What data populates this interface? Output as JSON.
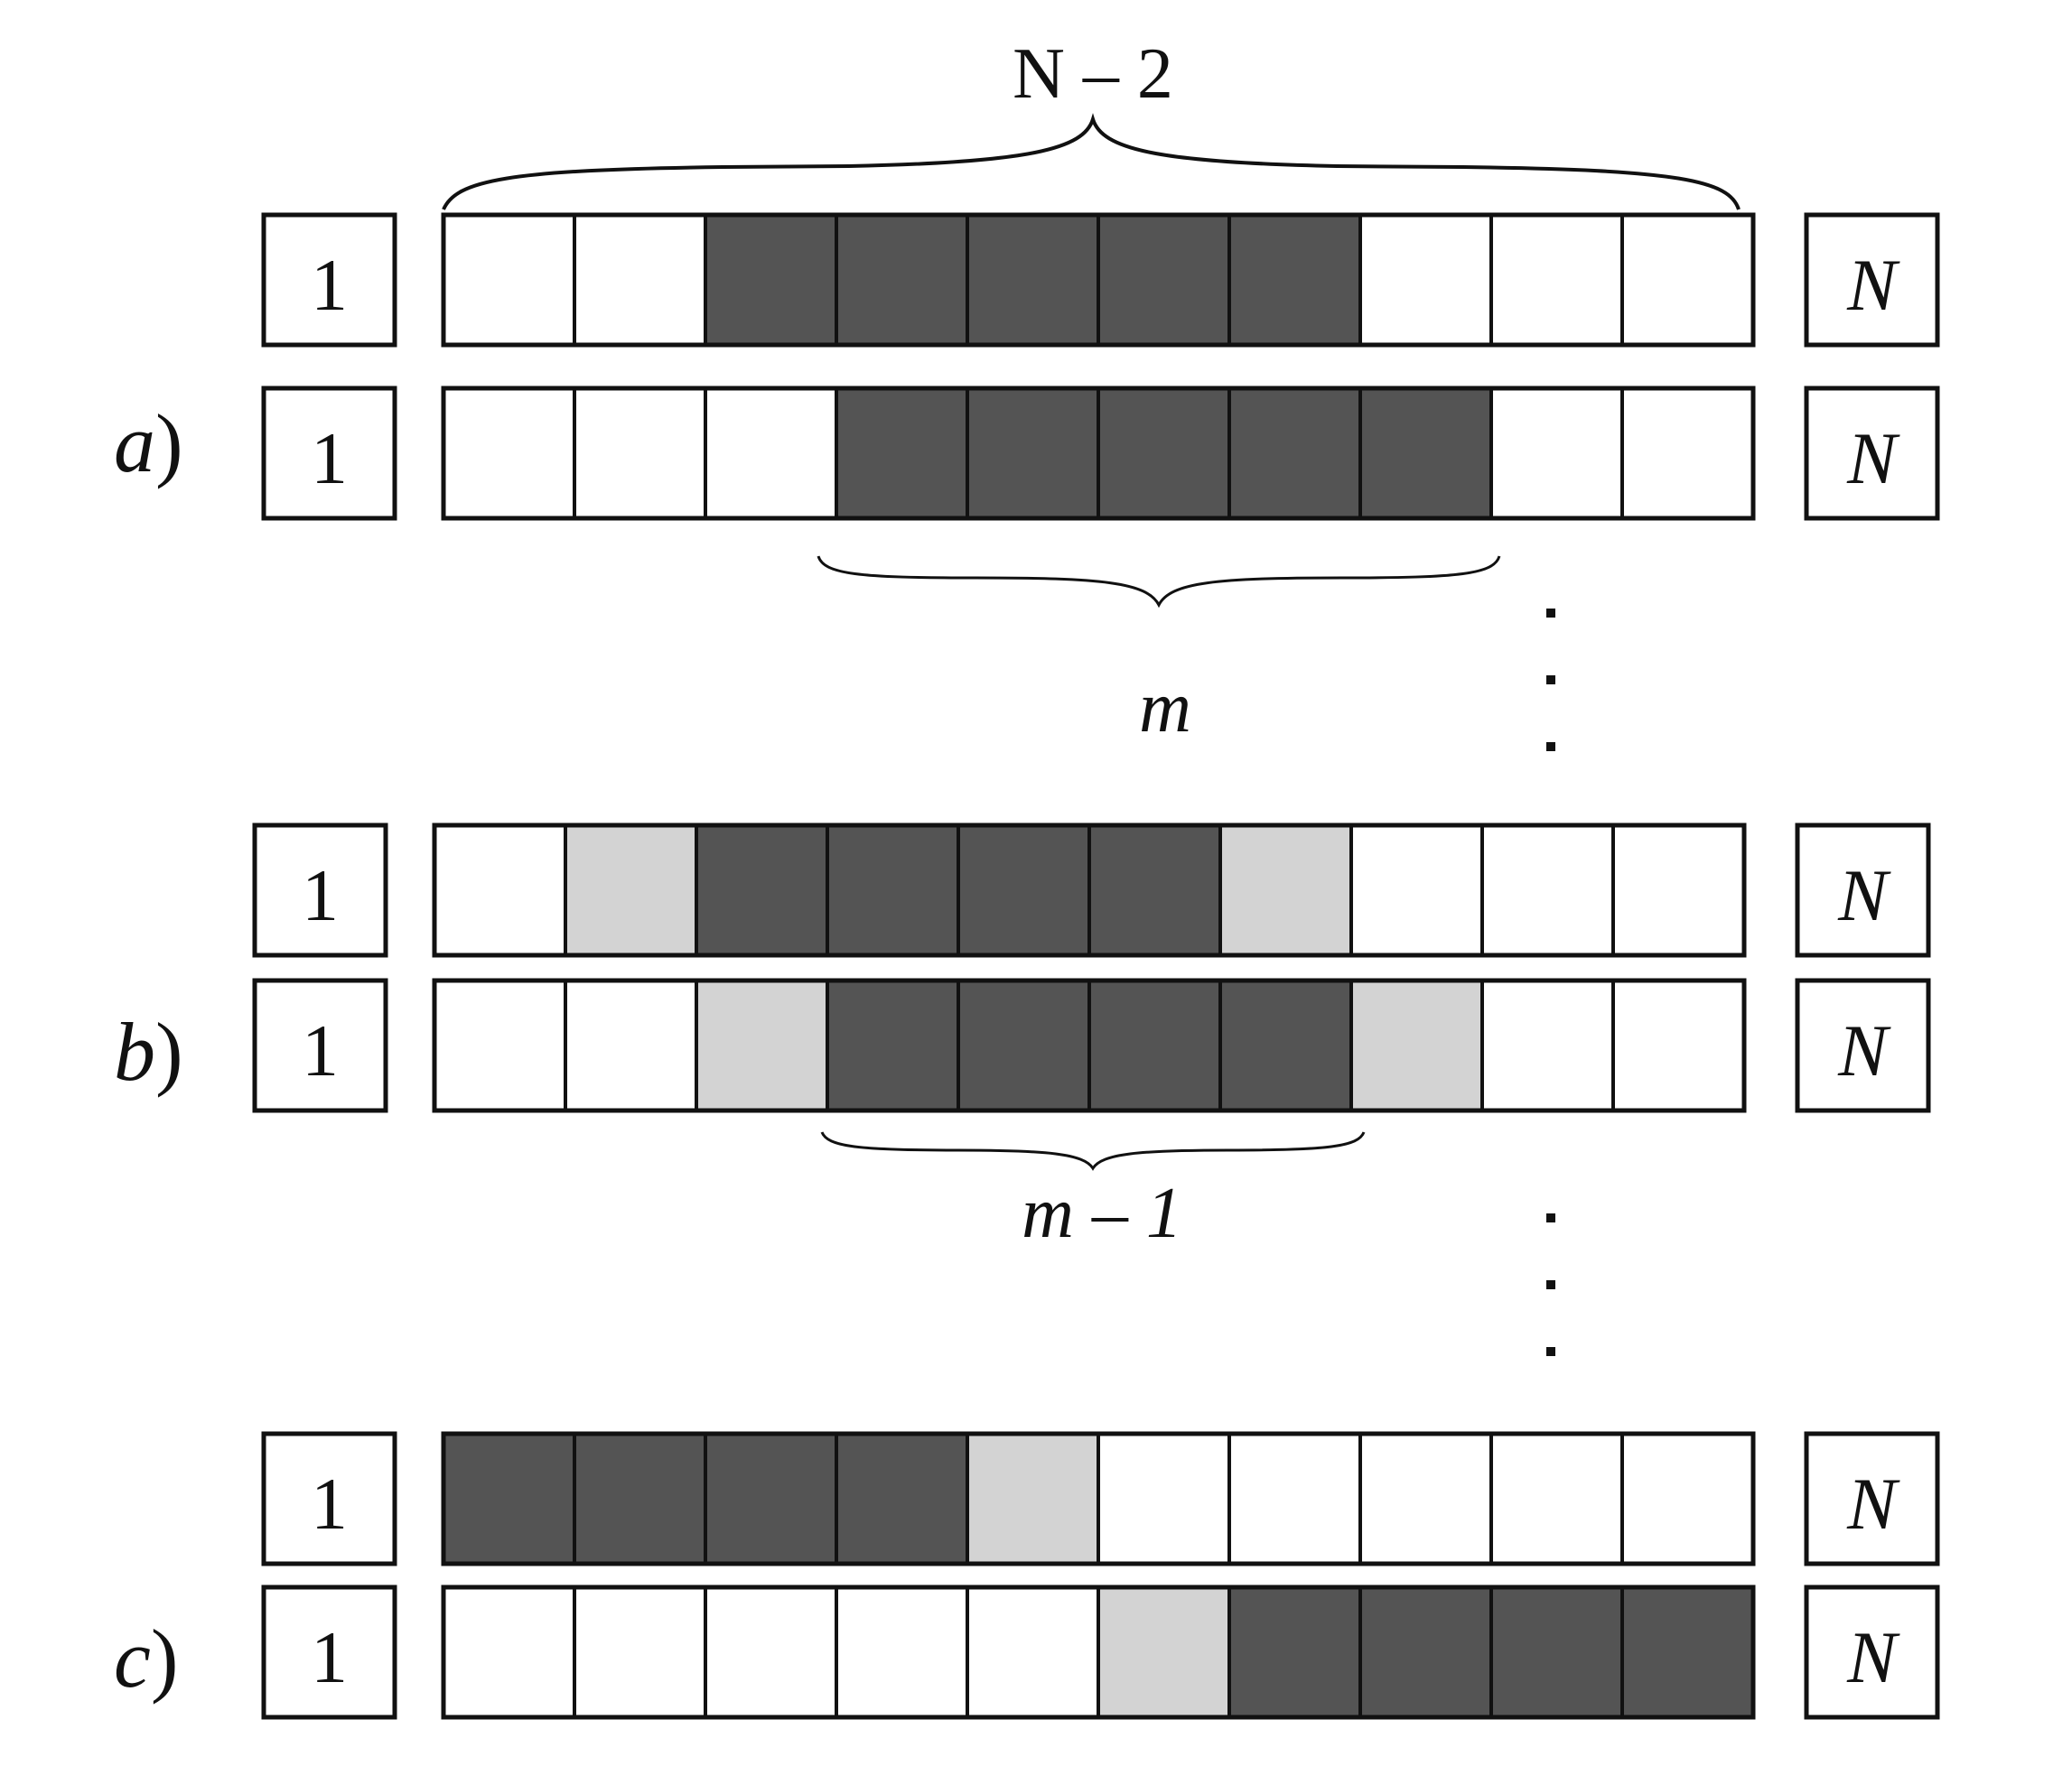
{
  "colors": {
    "empty": "#ffffff",
    "filled": "#545454",
    "partial": "#d3d3d3",
    "stroke": "#111111",
    "background": "#ffffff"
  },
  "labels": {
    "top_brace": "N – 2",
    "brace_a": "m",
    "brace_b": "m – 1",
    "left_box": "1",
    "right_box": "N"
  },
  "panels": [
    {
      "id": "a",
      "label": "a",
      "rows": [
        [
          "E",
          "E",
          "F",
          "F",
          "F",
          "F",
          "F",
          "E",
          "E",
          "E"
        ],
        [
          "E",
          "E",
          "E",
          "F",
          "F",
          "F",
          "F",
          "F",
          "E",
          "E"
        ]
      ]
    },
    {
      "id": "b",
      "label": "b",
      "rows": [
        [
          "E",
          "P",
          "F",
          "F",
          "F",
          "F",
          "P",
          "E",
          "E",
          "E"
        ],
        [
          "E",
          "E",
          "P",
          "F",
          "F",
          "F",
          "F",
          "P",
          "E",
          "E"
        ]
      ]
    },
    {
      "id": "c",
      "label": "c",
      "rows": [
        [
          "F",
          "F",
          "F",
          "F",
          "P",
          "E",
          "E",
          "E",
          "E",
          "E"
        ],
        [
          "E",
          "E",
          "E",
          "E",
          "E",
          "P",
          "F",
          "F",
          "F",
          "F"
        ]
      ]
    }
  ],
  "ellipsis": [
    "·",
    "·"
  ]
}
